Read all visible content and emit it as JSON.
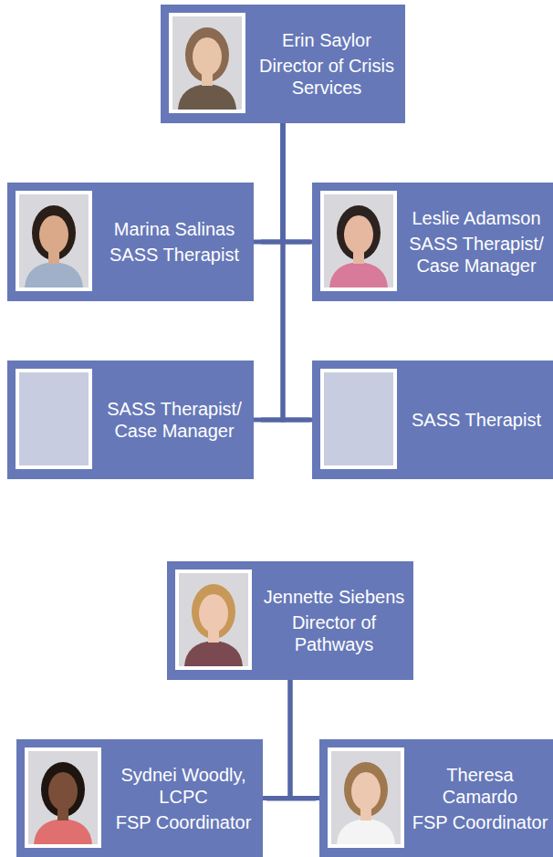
{
  "diagram": {
    "nodes": [
      {
        "text": [
          "Erin Saylor",
          "Director of Crisis Services"
        ]
      },
      {
        "text": [
          "Marina Salinas",
          "SASS Therapist"
        ]
      },
      {
        "text": [
          "Leslie Adamson",
          "SASS Therapist/ Case Manager"
        ]
      },
      {
        "text": [
          "SASS Therapist/ Case Manager"
        ]
      },
      {
        "text": [
          "SASS Therapist"
        ]
      },
      {
        "text": [
          "Jennette Siebens",
          "Director of Pathways"
        ]
      },
      {
        "text": [
          "Sydnei Woodly, LCPC",
          "FSP Coordinator"
        ]
      },
      {
        "text": [
          "Theresa Camardo",
          "FSP Coordinator"
        ]
      }
    ],
    "edges": [
      {
        "from": 0,
        "to": 1,
        "arrow": "none"
      },
      {
        "from": 0,
        "to": 2,
        "arrow": "none"
      },
      {
        "from": 0,
        "to": 3,
        "arrow": "none"
      },
      {
        "from": 0,
        "to": 4,
        "arrow": "none"
      },
      {
        "from": 5,
        "to": 6,
        "arrow": "none"
      },
      {
        "from": 5,
        "to": 7,
        "arrow": "none"
      }
    ]
  }
}
